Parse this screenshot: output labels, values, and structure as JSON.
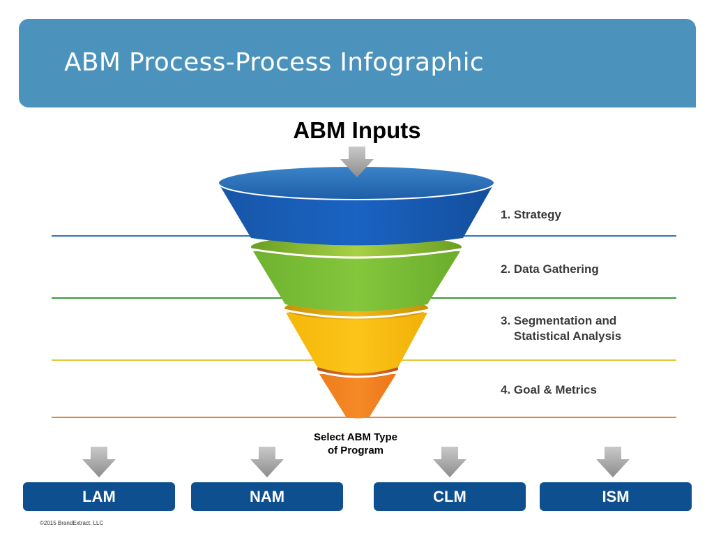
{
  "header": {
    "title": "ABM Process-Process Infographic"
  },
  "funnel": {
    "title": "ABM Inputs",
    "stages": [
      {
        "label": "1. Strategy",
        "color": "#1a5fb4"
      },
      {
        "label": "2. Data Gathering",
        "color": "#7cbf3a"
      },
      {
        "label": "3. Segmentation and\n    Statistical Analysis",
        "color": "#f5c20d"
      },
      {
        "label": "4. Goal & Metrics",
        "color": "#f2801f"
      }
    ],
    "select_label": {
      "line1": "Select ABM Type",
      "line2": "of Program"
    }
  },
  "outputs": [
    {
      "label": "LAM"
    },
    {
      "label": "NAM"
    },
    {
      "label": "CLM"
    },
    {
      "label": "ISM"
    }
  ],
  "footer": {
    "copyright": "©2015 BrandExtract, LLC"
  },
  "colors": {
    "header_bg": "#4b93bc",
    "output_box": "#0e4f8f",
    "divider_blue": "#2e74b5",
    "divider_green": "#3a9b3a",
    "divider_yellow": "#e2c93a",
    "divider_orange": "#d98a3a"
  },
  "icons": {
    "arrow": "down-arrow-icon"
  }
}
